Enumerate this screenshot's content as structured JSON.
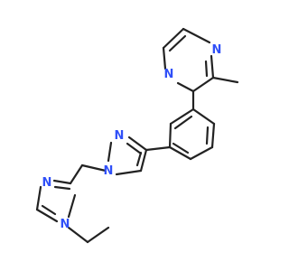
{
  "molecule": {
    "colors": {
      "bond": "#222222",
      "nitrogen": "#3050f8",
      "background": "#ffffff"
    },
    "atom_labels": [
      "N",
      "N",
      "N",
      "N",
      "N",
      "N"
    ]
  }
}
